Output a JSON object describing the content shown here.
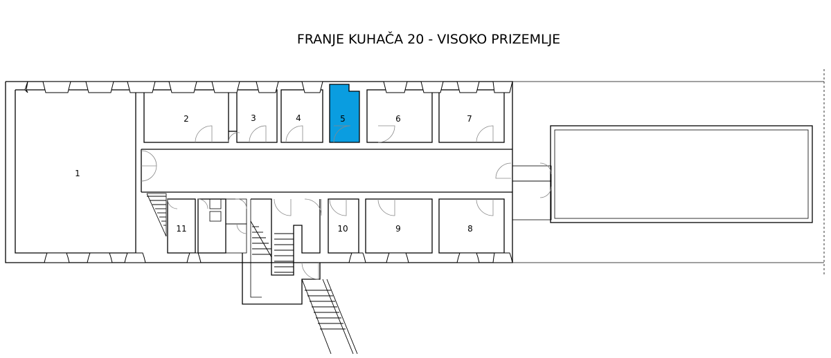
{
  "title": "FRANJE KUHAČA 20 - VISOKO PRIZEMLJE",
  "highlight_color": "#0a9de0",
  "rooms": [
    {
      "id": "1",
      "label": "1"
    },
    {
      "id": "2",
      "label": "2"
    },
    {
      "id": "3",
      "label": "3"
    },
    {
      "id": "4",
      "label": "4"
    },
    {
      "id": "5",
      "label": "5",
      "highlighted": true
    },
    {
      "id": "6",
      "label": "6"
    },
    {
      "id": "7",
      "label": "7"
    },
    {
      "id": "8",
      "label": "8"
    },
    {
      "id": "9",
      "label": "9"
    },
    {
      "id": "10",
      "label": "10"
    },
    {
      "id": "11",
      "label": "11"
    }
  ]
}
